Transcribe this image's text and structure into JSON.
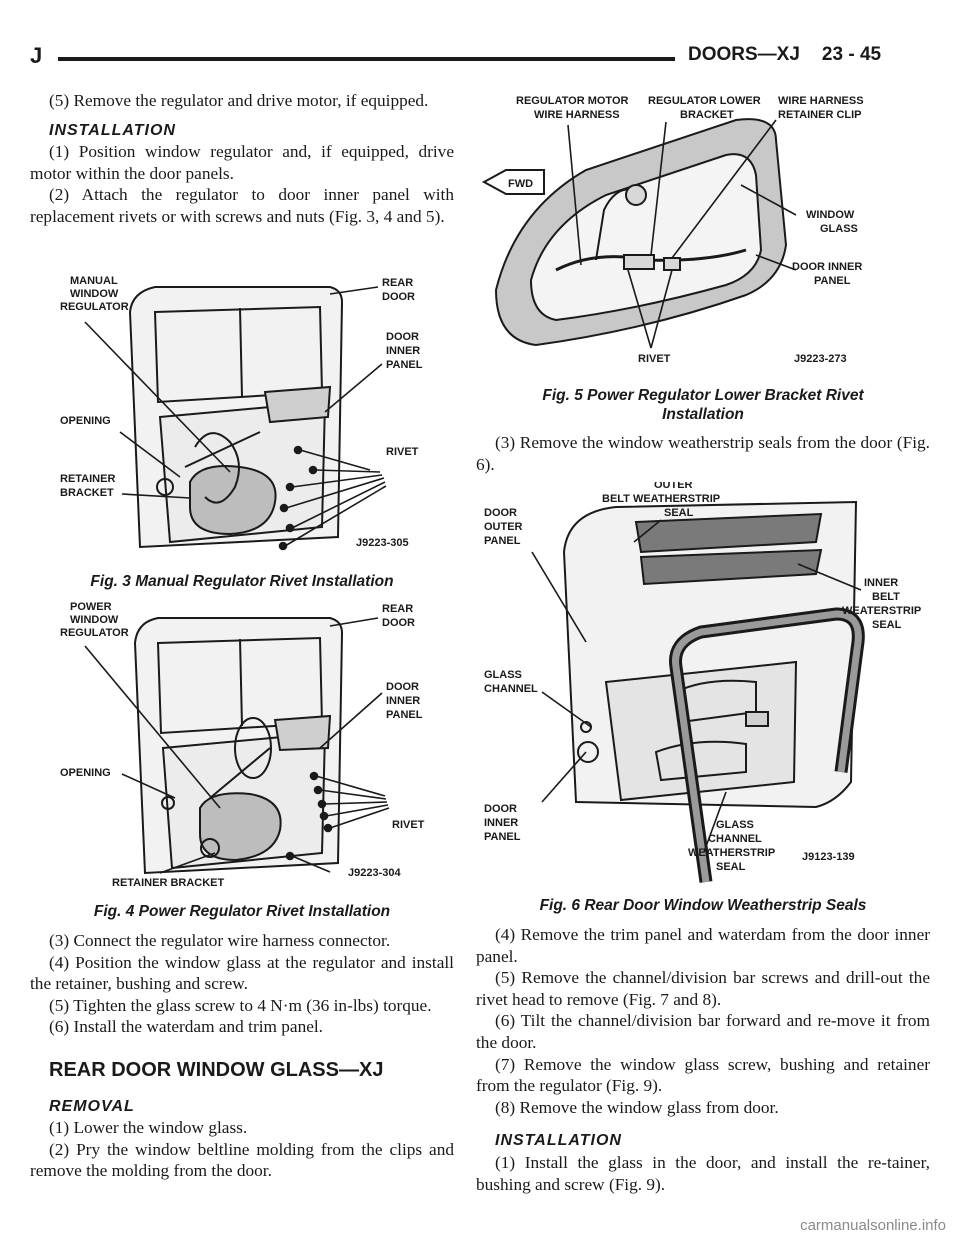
{
  "header": {
    "left": "J",
    "section": "DOORS—XJ",
    "page": "23 - 45"
  },
  "left_col": {
    "p1": "(5) Remove the regulator and drive motor, if equipped.",
    "installation_heading": "INSTALLATION",
    "p2": "(1) Position window regulator and, if equipped, drive motor within the door panels.",
    "p3": "(2) Attach the regulator to door inner panel with replacement rivets or with screws and nuts (Fig. 3, 4 and 5).",
    "fig3": {
      "labels": [
        "MANUAL",
        "WINDOW",
        "REGULATOR",
        "REAR",
        "DOOR",
        "DOOR",
        "INNER",
        "PANEL",
        "OPENING",
        "RIVET",
        "RETAINER",
        "BRACKET",
        "J9223-305"
      ],
      "caption": "Fig. 3 Manual Regulator Rivet Installation"
    },
    "fig4": {
      "labels": [
        "POWER",
        "WINDOW",
        "REGULATOR",
        "REAR",
        "DOOR",
        "DOOR",
        "INNER",
        "PANEL",
        "OPENING",
        "RIVET",
        "RETAINER BRACKET",
        "J9223-304"
      ],
      "caption": "Fig. 4 Power Regulator Rivet Installation"
    },
    "p4": "(3) Connect the regulator wire harness connector.",
    "p5": "(4) Position the window glass at the regulator and install the retainer, bushing and screw.",
    "p6": "(5) Tighten the glass screw to 4 N·m (36 in-lbs) torque.",
    "p7": "(6) Install the waterdam and trim panel.",
    "section_heading": "REAR DOOR WINDOW GLASS—XJ",
    "removal_heading": "REMOVAL",
    "p8": "(1) Lower the window glass.",
    "p9": "(2) Pry the window beltline molding from the clips and remove the molding from the door."
  },
  "right_col": {
    "fig5": {
      "labels": [
        "REGULATOR MOTOR",
        "WIRE HARNESS",
        "REGULATOR LOWER",
        "BRACKET",
        "WIRE HARNESS",
        "RETAINER CLIP",
        "FWD",
        "WINDOW",
        "GLASS",
        "DOOR INNER",
        "PANEL",
        "RIVET",
        "J9223-273"
      ],
      "caption_line1": "Fig. 5 Power Regulator Lower Bracket Rivet",
      "caption_line2": "Installation"
    },
    "p1": "(3) Remove the window weatherstrip seals from the door (Fig. 6).",
    "fig6": {
      "labels": [
        "OUTER",
        "BELT WEATHERSTRIP",
        "SEAL",
        "DOOR",
        "OUTER",
        "PANEL",
        "INNER",
        "BELT",
        "WEATERSTRIP",
        "SEAL",
        "GLASS",
        "CHANNEL",
        "DOOR",
        "INNER",
        "PANEL",
        "GLASS",
        "CHANNEL",
        "WEATHERSTRIP",
        "SEAL",
        "J9123-139"
      ],
      "caption": "Fig. 6 Rear Door Window Weatherstrip Seals"
    },
    "p2": "(4) Remove the trim panel and waterdam from the door inner panel.",
    "p3": "(5) Remove the channel/division bar screws and drill-out the rivet head to remove (Fig. 7 and 8).",
    "p4": "(6) Tilt the channel/division bar forward and re-move it from the door.",
    "p5": "(7) Remove the window glass screw, bushing and retainer from the regulator (Fig. 9).",
    "p6": "(8) Remove the window glass from door.",
    "installation_heading": "INSTALLATION",
    "p7": "(1) Install the glass in the door, and install the re-tainer, bushing and screw (Fig. 9)."
  },
  "watermark": "carmanualsonline.info"
}
